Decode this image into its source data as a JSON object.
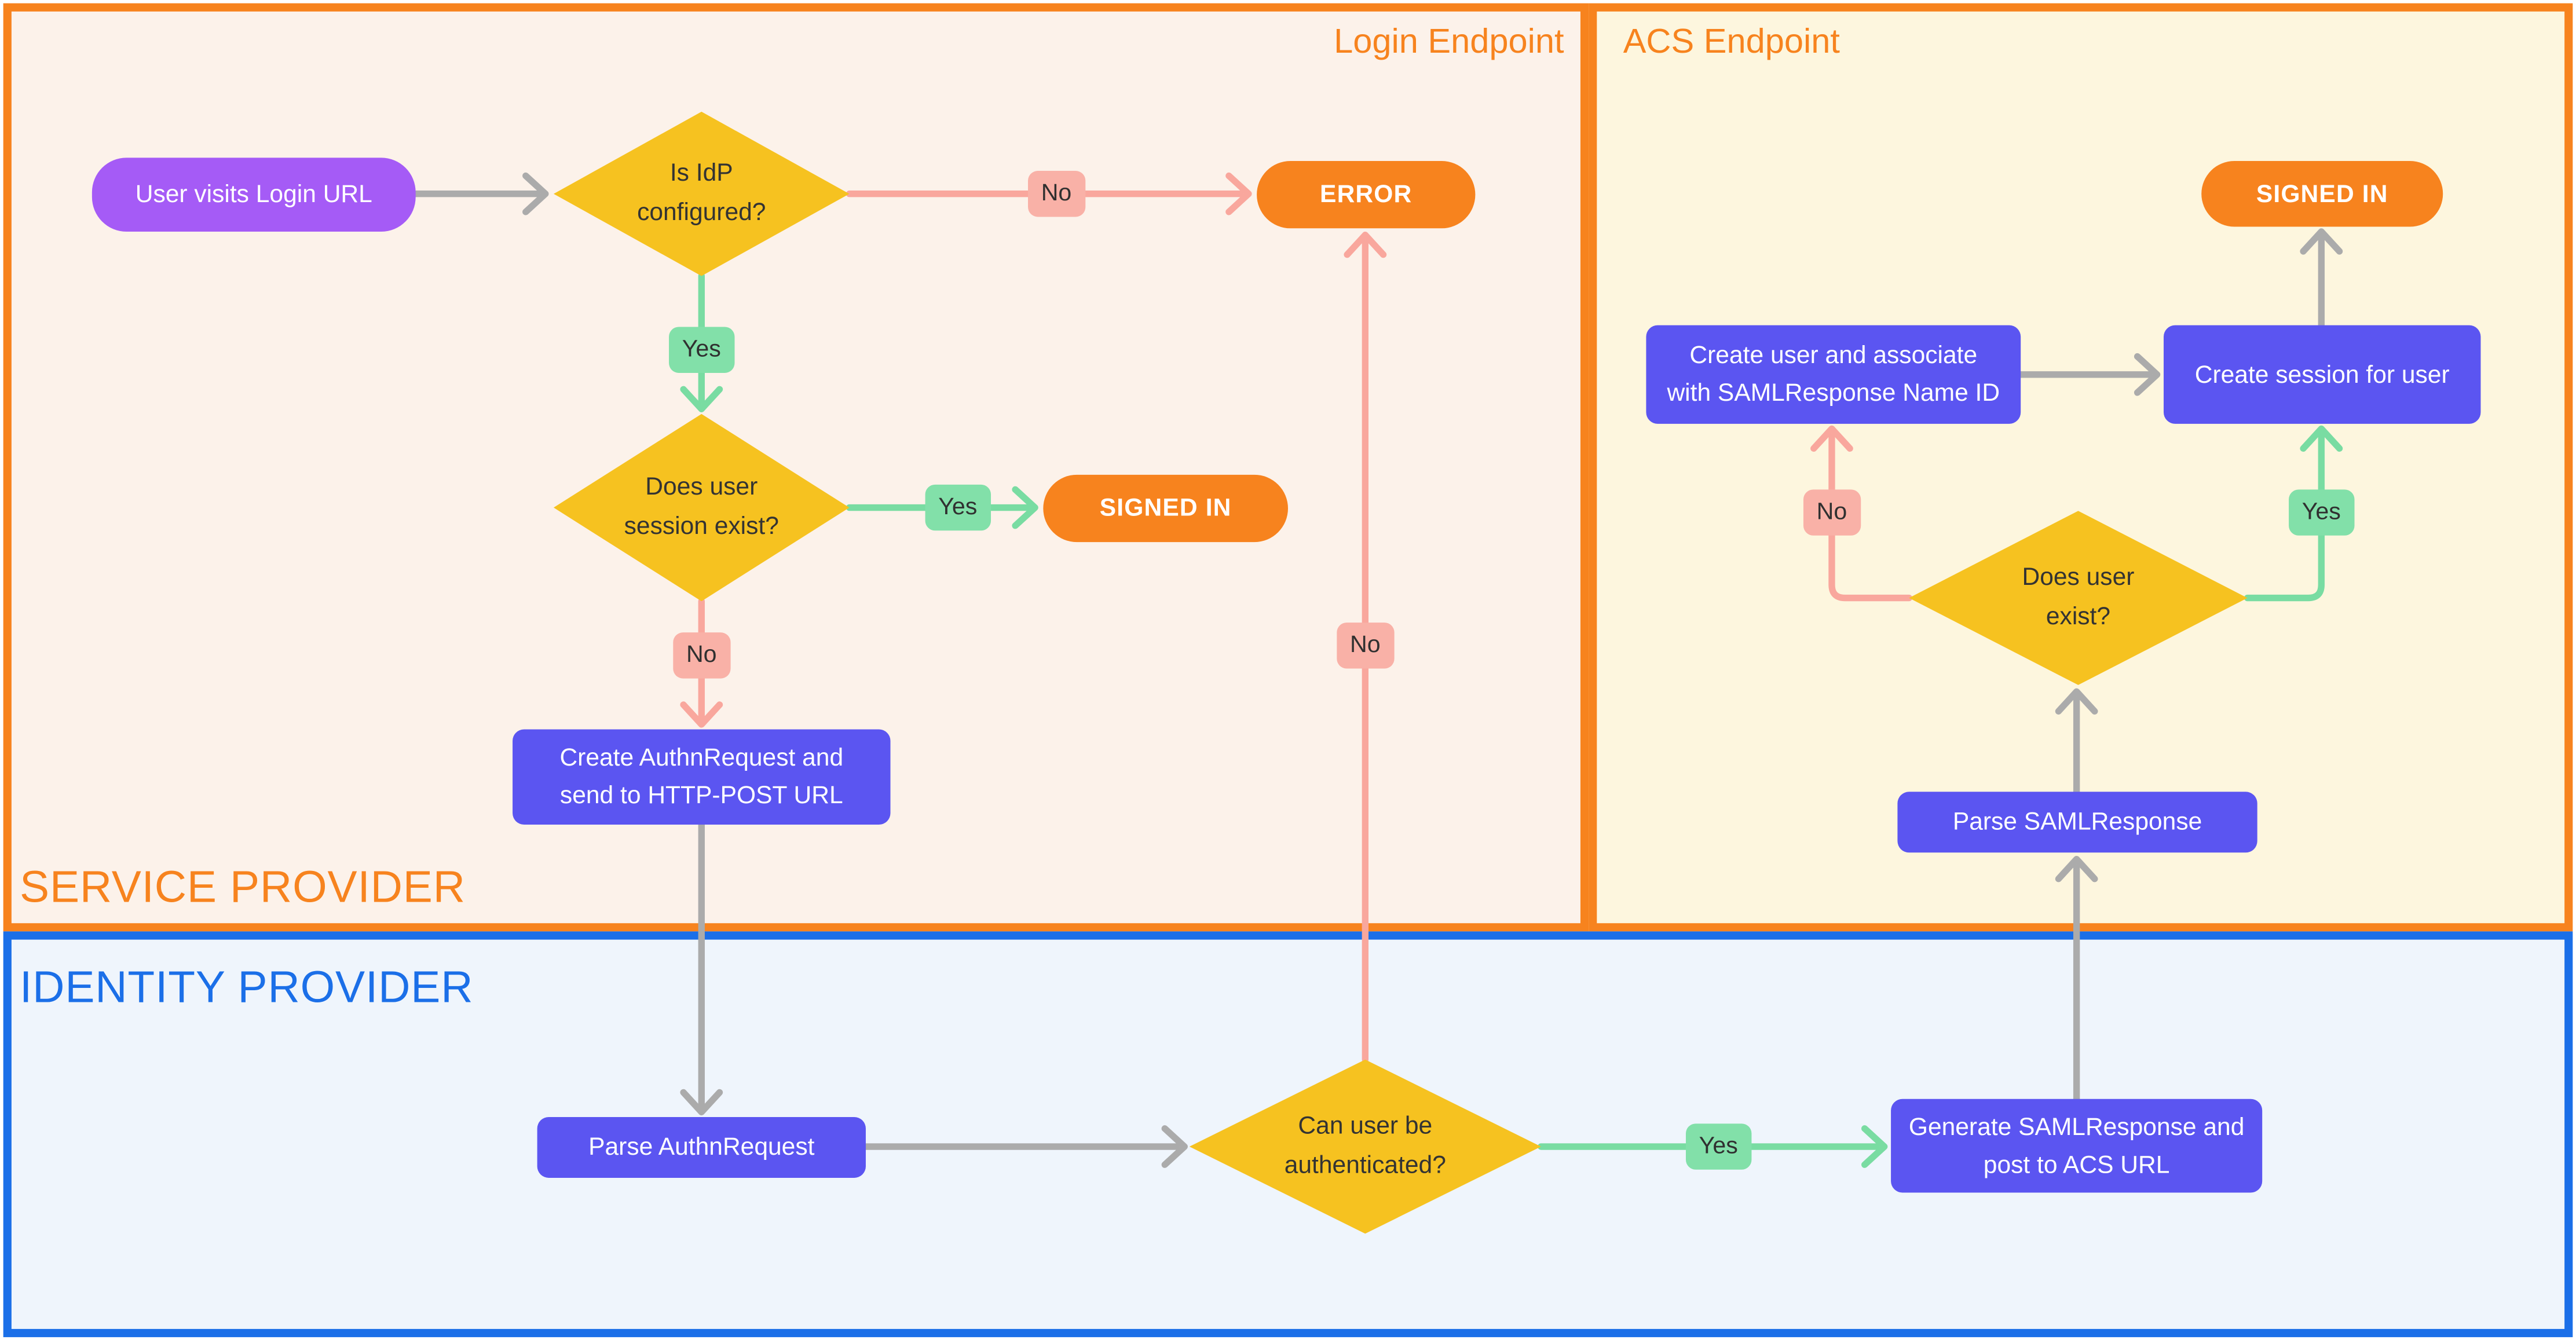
{
  "colors": {
    "orange": "#F7831E",
    "blue": "#1B6FE8",
    "gold": "#F6C220",
    "purple": "#A55BF6",
    "indigo": "#5B55F1",
    "green_line": "#79DCA2",
    "green_badge": "#82E0A9",
    "pink_line": "#F9A79D",
    "pink_badge": "#F9B1A7",
    "gray_line": "#ABABAB",
    "sp_bg": "#FCF2EA",
    "acs_bg": "#FDF6DE",
    "idp_bg": "#EFF5FC"
  },
  "panels": {
    "service_provider": {
      "title": "SERVICE PROVIDER",
      "endpoint": "Login Endpoint"
    },
    "acs": {
      "endpoint": "ACS Endpoint"
    },
    "identity_provider": {
      "title": "IDENTITY PROVIDER"
    }
  },
  "nodes": {
    "user_visits_login_url": {
      "type": "start",
      "label": "User visits Login URL"
    },
    "is_idp_configured": {
      "type": "decision",
      "lines": [
        "Is IdP",
        "configured?"
      ]
    },
    "error": {
      "type": "terminal",
      "label": "ERROR"
    },
    "does_user_session_exist": {
      "type": "decision",
      "lines": [
        "Does user",
        "session exist?"
      ]
    },
    "signed_in_sp": {
      "type": "terminal",
      "label": "SIGNED IN"
    },
    "create_authnrequest": {
      "type": "process",
      "lines": [
        "Create AuthnRequest and",
        "send to HTTP-POST URL"
      ]
    },
    "parse_authnrequest": {
      "type": "process",
      "label": "Parse AuthnRequest"
    },
    "can_user_be_authenticated": {
      "type": "decision",
      "lines": [
        "Can user be",
        "authenticated?"
      ]
    },
    "generate_samlresponse": {
      "type": "process",
      "lines": [
        "Generate SAMLResponse and",
        "post to ACS URL"
      ]
    },
    "parse_samlresponse": {
      "type": "process",
      "label": "Parse SAMLResponse"
    },
    "does_user_exist": {
      "type": "decision",
      "lines": [
        "Does user",
        "exist?"
      ]
    },
    "create_user": {
      "type": "process",
      "lines": [
        "Create user and associate",
        "with SAMLResponse Name ID"
      ]
    },
    "create_session": {
      "type": "process",
      "label": "Create session for user"
    },
    "signed_in_acs": {
      "type": "terminal",
      "label": "SIGNED IN"
    }
  },
  "edge_labels": {
    "idp_configured_no": "No",
    "idp_configured_yes": "Yes",
    "session_exists_yes": "Yes",
    "session_exists_no": "No",
    "can_auth_no": "No",
    "can_auth_yes": "Yes",
    "user_exists_no": "No",
    "user_exists_yes": "Yes"
  }
}
